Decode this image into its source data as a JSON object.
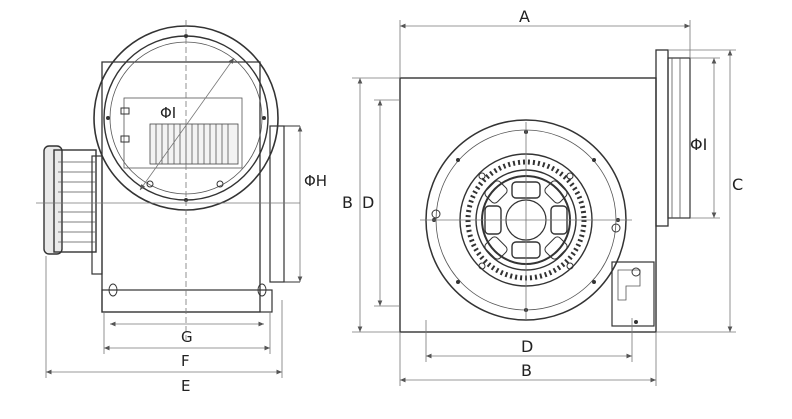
{
  "labels": {
    "left_phi_i": "ΦI",
    "left_phi_h": "ΦH",
    "left_g": "G",
    "left_f": "F",
    "left_e": "E",
    "right_a": "A",
    "right_b_vertical": "B",
    "right_d_vertical": "D",
    "right_phi_i": "ΦI",
    "right_c": "C",
    "right_d_bottom": "D",
    "right_b_bottom": "B"
  },
  "colors": {
    "line": "#333333",
    "dimension": "#777777",
    "fill": "#e9e9e9"
  }
}
